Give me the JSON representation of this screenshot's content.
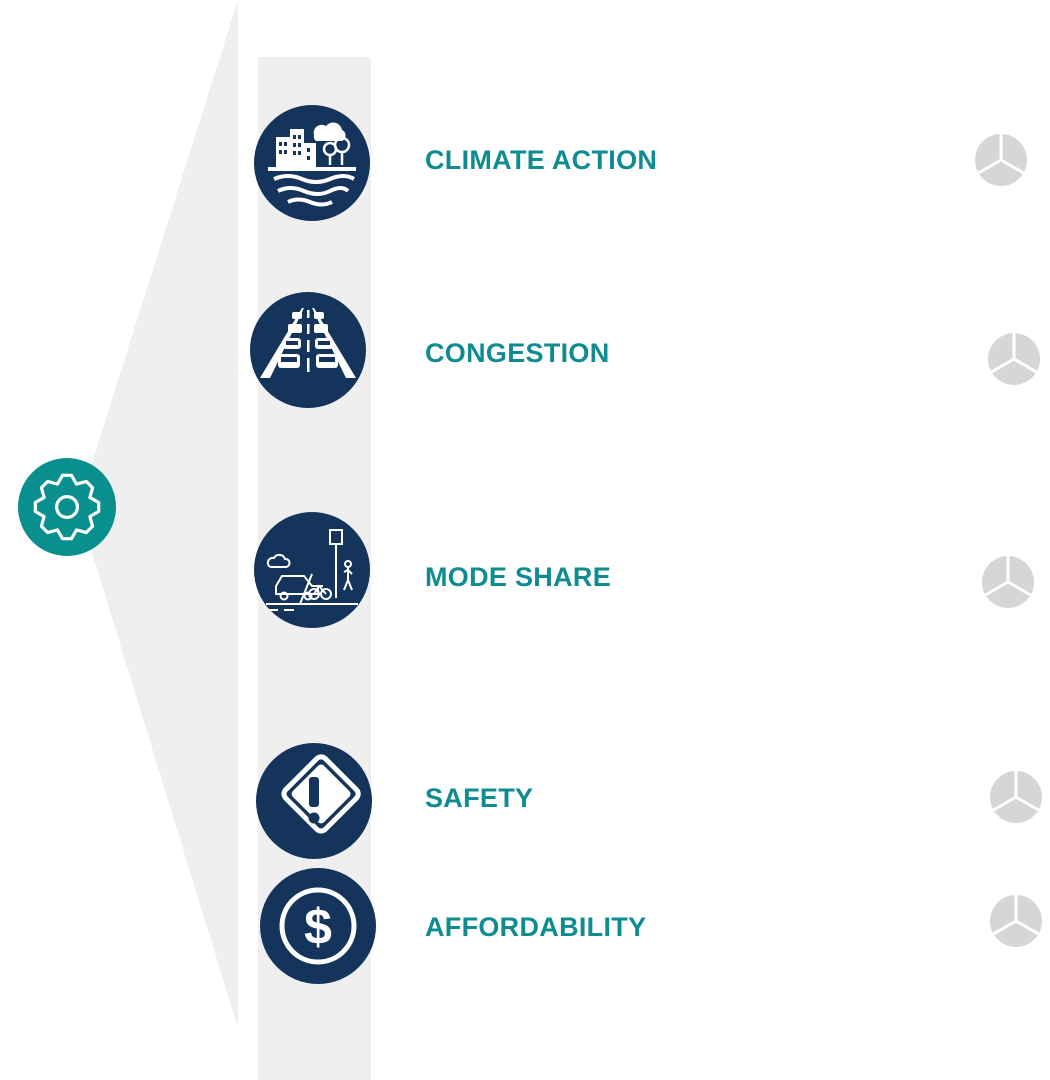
{
  "hub": {
    "icon": "gear-icon",
    "color": "#0a8f8f"
  },
  "colors": {
    "label": "#0f8c92",
    "icon_circle": "#14345c",
    "band": "#efeff0",
    "indicator": "#c8c8c8"
  },
  "items": [
    {
      "label": "CLIMATE ACTION",
      "icon": "city-climate-icon",
      "indicator_icon": "three-segment-indicator-icon"
    },
    {
      "label": "CONGESTION",
      "icon": "traffic-congestion-icon",
      "indicator_icon": "three-segment-indicator-icon"
    },
    {
      "label": "MODE SHARE",
      "icon": "mode-share-icon",
      "indicator_icon": "three-segment-indicator-icon"
    },
    {
      "label": "SAFETY",
      "icon": "warning-sign-icon",
      "indicator_icon": "three-segment-indicator-icon"
    },
    {
      "label": "AFFORDABILITY",
      "icon": "dollar-icon",
      "indicator_icon": "three-segment-indicator-icon"
    }
  ]
}
